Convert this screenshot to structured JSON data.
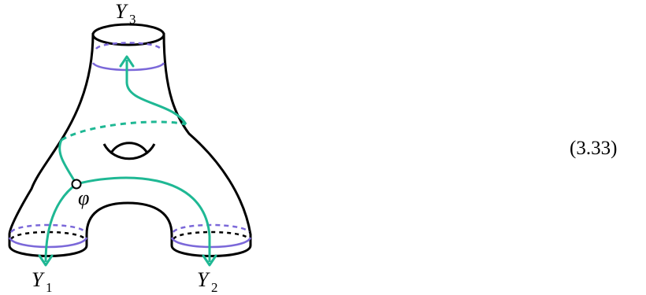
{
  "figure": {
    "labels": {
      "top_boundary": "Y",
      "top_boundary_sub": "3",
      "left_boundary": "Y",
      "left_boundary_sub": "1",
      "right_boundary": "Y",
      "right_boundary_sub": "2",
      "vertex": "φ"
    },
    "colors": {
      "outline": "#000000",
      "boundary_circle": "#7b68d9",
      "path": "#1fb894",
      "vertex_fill": "#ffffff"
    }
  },
  "equation_number": "(3.33)"
}
